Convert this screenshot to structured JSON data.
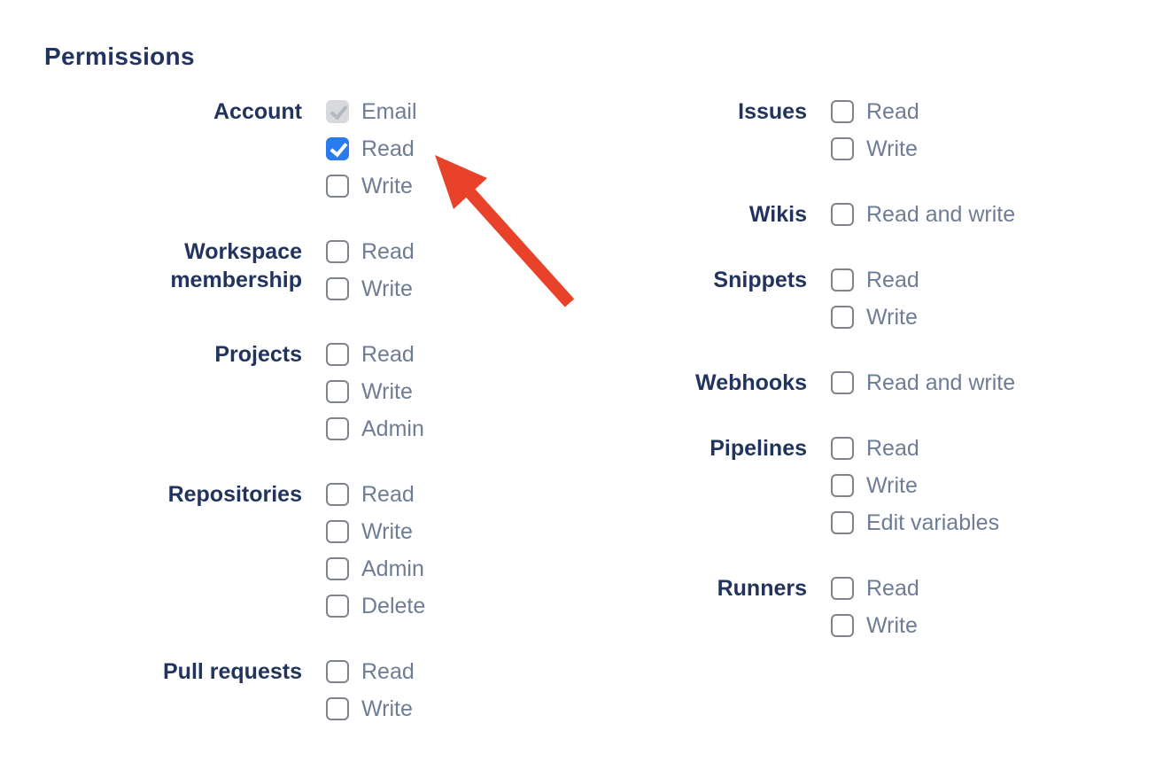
{
  "heading": "Permissions",
  "colors": {
    "background": "#ffffff",
    "heading_navy": "#22345e",
    "label_slate": "#6e7d95",
    "checkbox_border": "#7f848c",
    "checked_blue": "#2a7cee",
    "disabled_fill": "#d7d9dc",
    "disabled_check": "#b4b8bf",
    "arrow_red": "#e8432a"
  },
  "columns": {
    "left": [
      {
        "label": "Account",
        "options": [
          {
            "label": "Email",
            "checked": true,
            "disabled": true
          },
          {
            "label": "Read",
            "checked": true
          },
          {
            "label": "Write"
          }
        ]
      },
      {
        "label": "Workspace membership",
        "options": [
          {
            "label": "Read"
          },
          {
            "label": "Write"
          }
        ]
      },
      {
        "label": "Projects",
        "options": [
          {
            "label": "Read"
          },
          {
            "label": "Write"
          },
          {
            "label": "Admin"
          }
        ]
      },
      {
        "label": "Repositories",
        "options": [
          {
            "label": "Read"
          },
          {
            "label": "Write"
          },
          {
            "label": "Admin"
          },
          {
            "label": "Delete"
          }
        ]
      },
      {
        "label": "Pull requests",
        "options": [
          {
            "label": "Read"
          },
          {
            "label": "Write"
          }
        ]
      }
    ],
    "right": [
      {
        "label": "Issues",
        "options": [
          {
            "label": "Read"
          },
          {
            "label": "Write"
          }
        ]
      },
      {
        "label": "Wikis",
        "options": [
          {
            "label": "Read and write"
          }
        ]
      },
      {
        "label": "Snippets",
        "options": [
          {
            "label": "Read"
          },
          {
            "label": "Write"
          }
        ]
      },
      {
        "label": "Webhooks",
        "options": [
          {
            "label": "Read and write"
          }
        ]
      },
      {
        "label": "Pipelines",
        "options": [
          {
            "label": "Read"
          },
          {
            "label": "Write"
          },
          {
            "label": "Edit variables"
          }
        ]
      },
      {
        "label": "Runners",
        "options": [
          {
            "label": "Read"
          },
          {
            "label": "Write"
          }
        ]
      }
    ]
  },
  "annotation": {
    "arrow_color": "#e8432a"
  }
}
